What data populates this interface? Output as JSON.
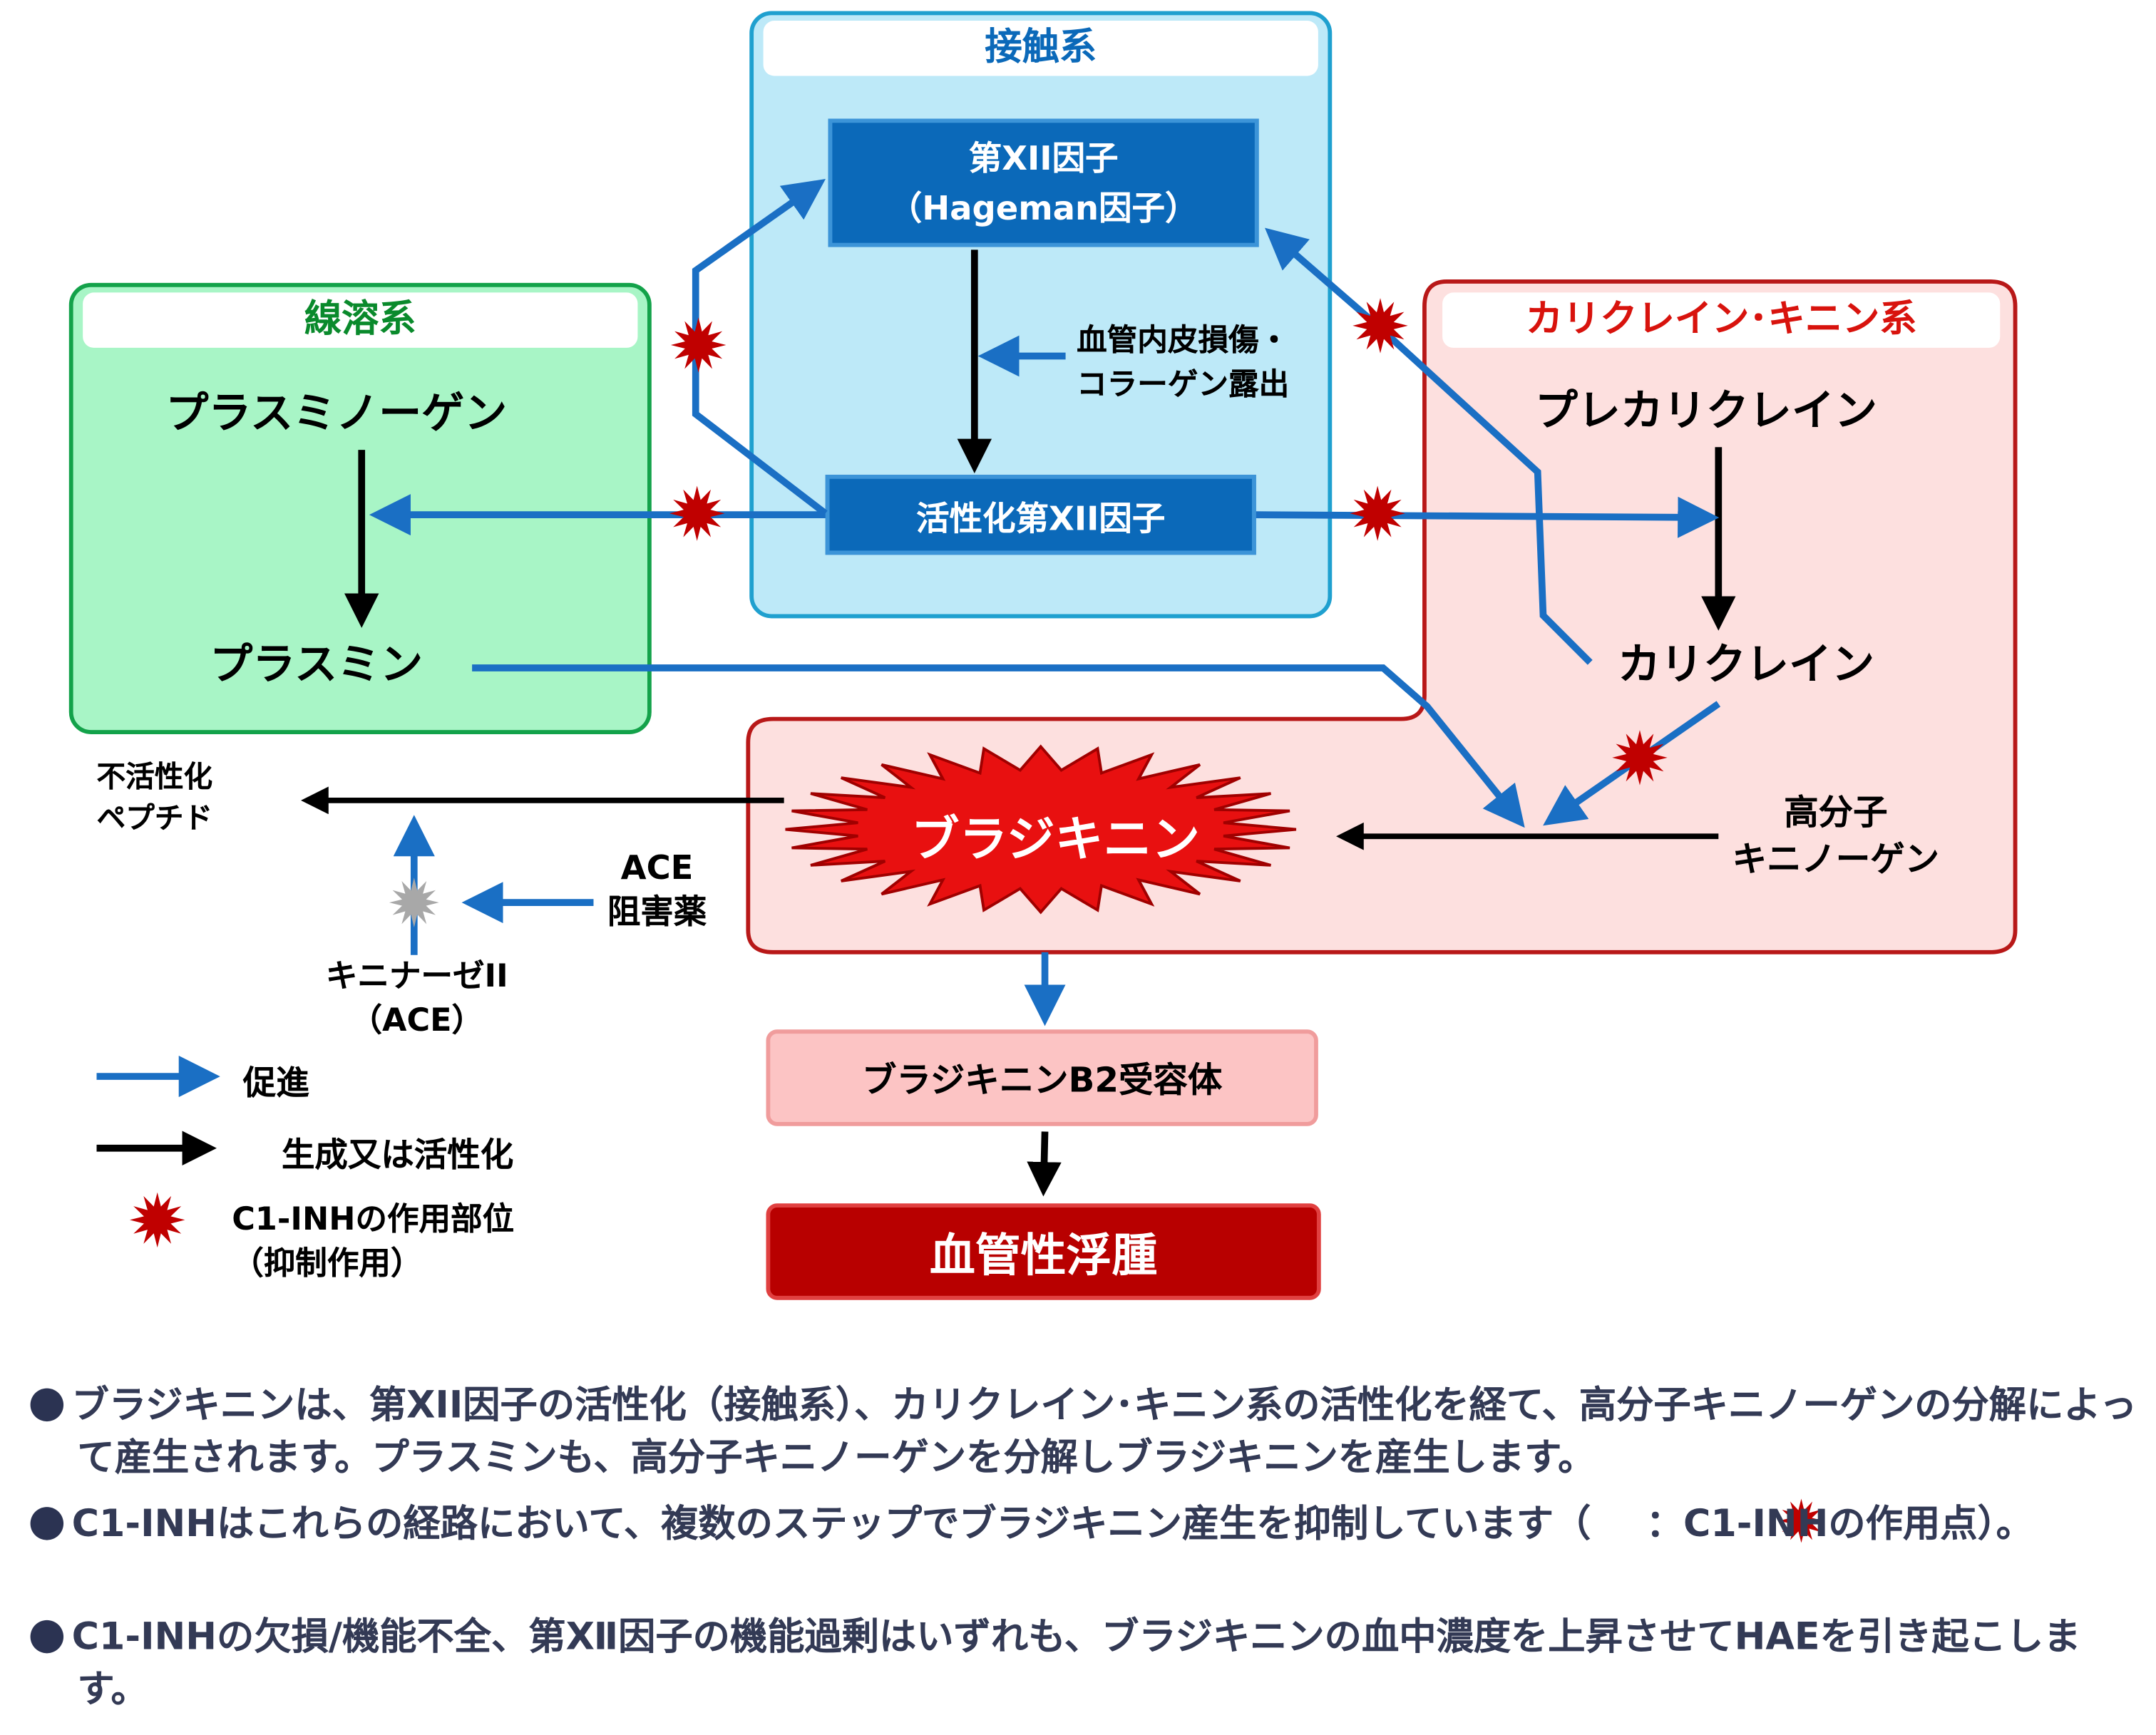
{
  "colors": {
    "promote_arrow": "#1a6fc4",
    "produce_arrow": "#000000",
    "c1_inh_mark": "#c00000",
    "contact_panel": "#bde9f8",
    "fibrinolysis_panel": "#a8f5c6",
    "kallikrein_panel": "#fde0df",
    "edema_box": "#b80000"
  },
  "contact_system": {
    "title": "接触系",
    "factor_xii_line1": "第XII因子",
    "factor_xii_line2": "（Hageman因子）",
    "activated_factor_xii": "活性化第XII因子",
    "trigger_line1": "血管内皮損傷・",
    "trigger_line2": "コラーゲン露出"
  },
  "fibrinolysis_system": {
    "title": "線溶系",
    "plasminogen": "プラスミノーゲン",
    "plasmin": "プラスミン"
  },
  "kallikrein_kinin_system": {
    "title": "カリクレイン･キニン系",
    "prekallikrein": "プレカリクレイン",
    "kallikrein": "カリクレイン",
    "hmwk_line1": "高分子",
    "hmwk_line2": "キニノーゲン",
    "bradykinin": "ブラジキニン"
  },
  "degradation": {
    "inactive_line1": "不活性化",
    "inactive_line2": "ペプチド",
    "ace_inhibitor_line1": "ACE",
    "ace_inhibitor_line2": "阻害薬",
    "kininase_line1": "キニナーゼII",
    "kininase_line2": "（ACE）"
  },
  "outcome": {
    "receptor": "ブラジキニンB2受容体",
    "edema": "血管性浮腫"
  },
  "legend": {
    "promote": "促進",
    "produce": "生成又は活性化",
    "c1_site_line1": "C1-INHの作用部位",
    "c1_site_line2": "（抑制作用）"
  },
  "notes": {
    "note1": "ブラジキニンは、第XII因子の活性化（接触系）、カリクレイン･キニン系の活性化を経て、高分子キニノーゲンの分解によって産生されます。プラスミンも、高分子キニノーゲンを分解しブラジキニンを産生します。",
    "note2_before": "C1-INHはこれらの経路において、複数のステップでブラジキニン産生を抑制しています（",
    "note2_after": "：C1-INHの作用点）。",
    "note3": "C1-INHの欠損/機能不全、第Ⅻ因子の機能過剰はいずれも、ブラジキニンの血中濃度を上昇させてHAEを引き起こします。"
  }
}
